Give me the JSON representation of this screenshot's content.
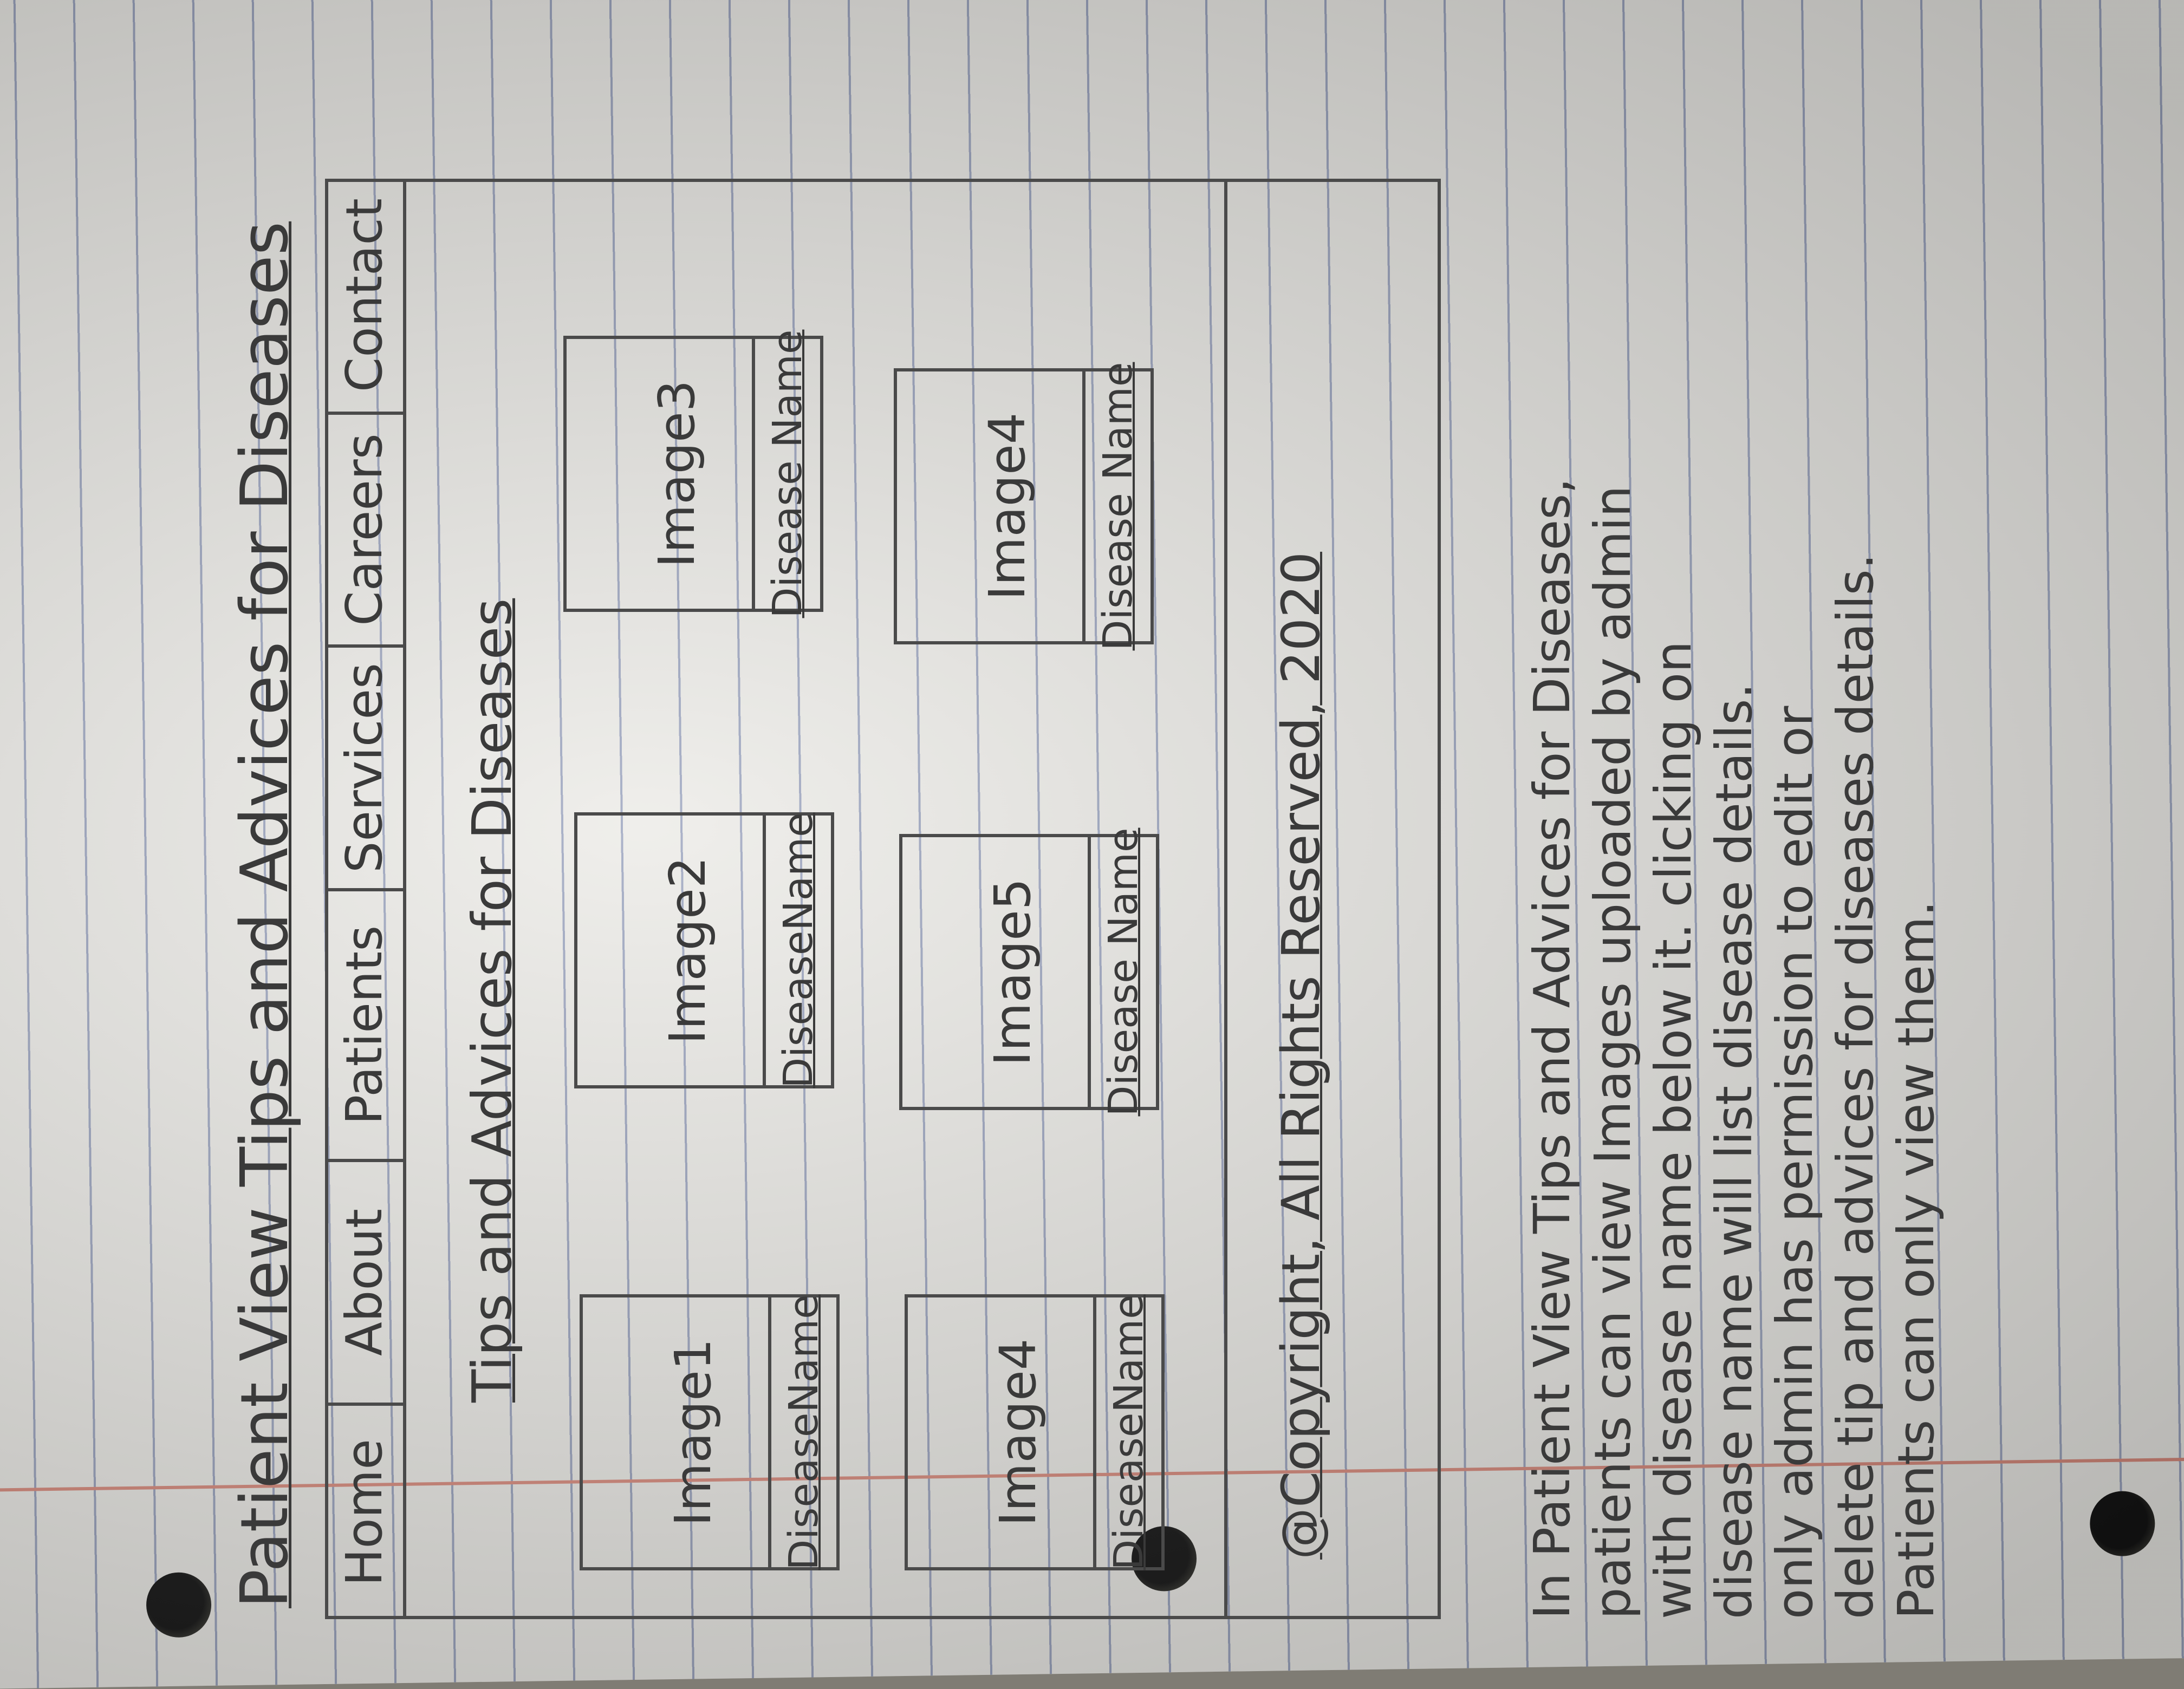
{
  "title": "Patient View Tips and Advices for Diseases",
  "nav": [
    "Home",
    "About",
    "Patients",
    "Services",
    "Careers",
    "Contact"
  ],
  "section_title": "Tips and Advices for Diseases",
  "cards": [
    {
      "image": "Image1",
      "caption": "DiseaseName"
    },
    {
      "image": "Image2",
      "caption": "DiseaseName"
    },
    {
      "image": "Image3",
      "caption": "Disease Name"
    },
    {
      "image": "Image4",
      "caption": "Disease Name"
    },
    {
      "image": "Image5",
      "caption": "Disease Name"
    },
    {
      "image": "Image4",
      "caption": "DiseaseName"
    }
  ],
  "footer": "@Copyright, All Rights Reserved, 2020",
  "notes": [
    "In Patient View Tips and Advices for Diseases,",
    "patients can view Images uploaded by admin",
    "with disease name below it. clicking on",
    "disease name will list disease details.",
    "only admin has permission to edit or",
    "delete tip and advices for diseases details.",
    "Patients can only view them."
  ]
}
